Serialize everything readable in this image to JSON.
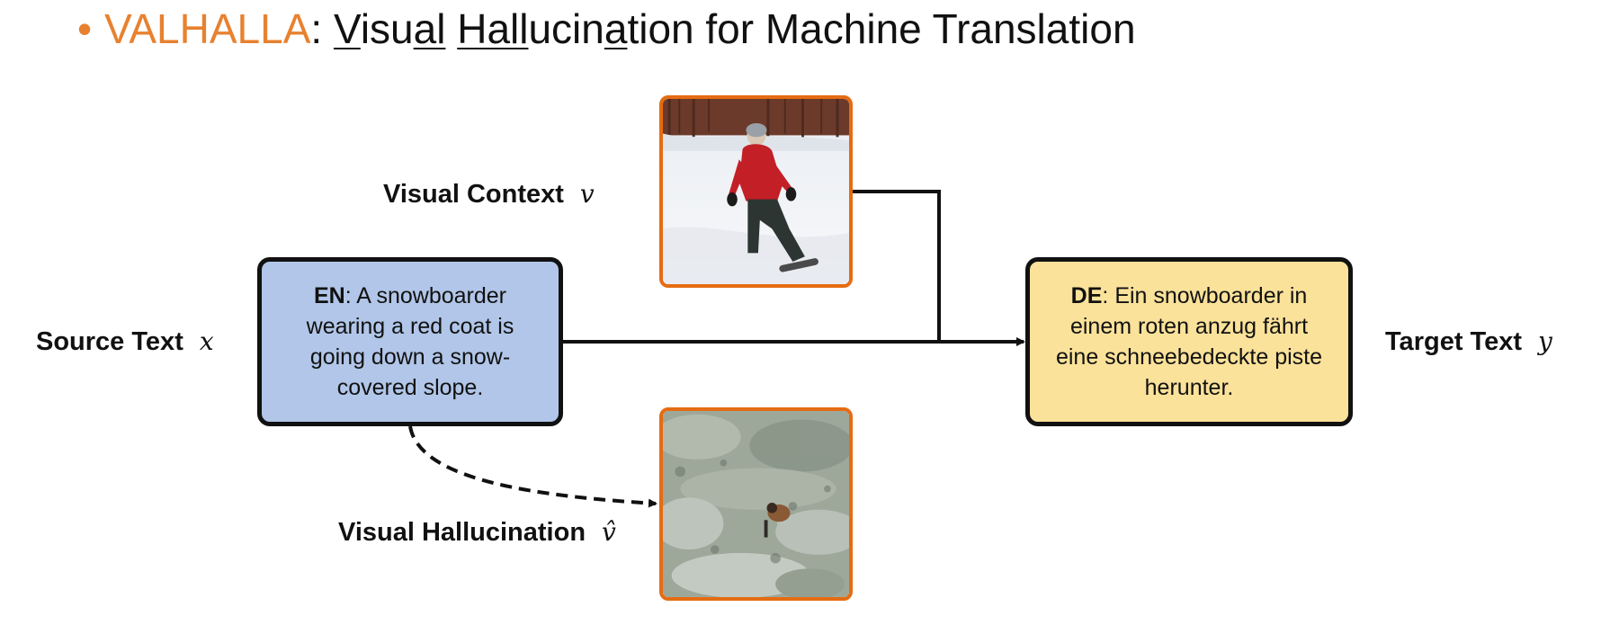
{
  "title": {
    "bullet": "•",
    "acronym": "VALHALLA",
    "separator": ": ",
    "segments": [
      {
        "text": "V",
        "u": true
      },
      {
        "text": "isu",
        "u": false
      },
      {
        "text": "al",
        "u": true
      },
      {
        "text": " ",
        "u": false
      },
      {
        "text": "Hall",
        "u": true
      },
      {
        "text": "ucin",
        "u": false
      },
      {
        "text": "a",
        "u": true
      },
      {
        "text": "tion for Machine Translation",
        "u": false
      }
    ]
  },
  "labels": {
    "source": {
      "text": "Source Text",
      "symbol": "x"
    },
    "visual_context": {
      "text": "Visual Context",
      "symbol": "v"
    },
    "visual_hallucination": {
      "text": "Visual Hallucination",
      "symbol": "v̂"
    },
    "target": {
      "text": "Target Text",
      "symbol": "y"
    }
  },
  "source_box": {
    "lang": "EN",
    "sep": ": ",
    "text": "A snowboarder wearing a red coat is going down a snow-covered slope."
  },
  "target_box": {
    "lang": "DE",
    "sep": ": ",
    "text": "Ein snowboarder in einem roten anzug fährt eine schneebedeckte piste herunter."
  },
  "images": {
    "context": {
      "icon": "snowboarder-photo"
    },
    "hallucination": {
      "icon": "generated-snowboarder-image"
    }
  },
  "colors": {
    "accent_orange": "#e8812f",
    "image_border": "#e56c12",
    "source_box_fill": "#b1c6e8",
    "target_box_fill": "#fbe29a",
    "arrow": "#111111"
  }
}
